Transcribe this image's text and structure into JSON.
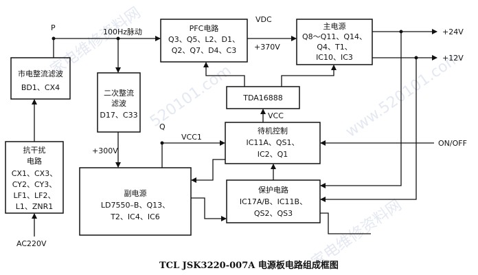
{
  "diagram": {
    "caption": "TCL JSK3220-007A 电源板电路组成框图",
    "blocks": {
      "mains_rect": [
        "市电整流滤波",
        "BD1、CX4"
      ],
      "emi": [
        "抗干扰",
        "电路",
        "CX1、CX3、",
        "CY2、CY3、",
        "LF1、LF2、",
        "L1、ZNR1"
      ],
      "secondary_rect": [
        "二次整流",
        "滤波",
        "D17、C33"
      ],
      "pfc": [
        "PFC电路",
        "Q3、Q5、L2、D1、",
        "Q2、Q7、D4、C3"
      ],
      "main_psu": [
        "主电源",
        "Q8～Q11、Q14、",
        "Q4、T1、",
        "IC10、IC3"
      ],
      "tda": [
        "TDA16888"
      ],
      "standby": [
        "待机控制",
        "IC11A、QS1、",
        "IC2、Q1"
      ],
      "aux_psu": [
        "副电源",
        "LD7550–B、Q13、",
        "T2、IC4、IC6"
      ],
      "protect": [
        "保护电路",
        "IC17A/B、IC11B、",
        "QS2、QS3"
      ]
    },
    "labels": {
      "p_node": "P",
      "q_node": "Q",
      "pulse": "100Hz脉动",
      "vdc": "VDC",
      "v370": "+370V",
      "v24": "+24V",
      "v12": "+12V",
      "vcc": "VCC",
      "vcc1": "VCC1",
      "v300": "+300V",
      "onoff": "ON/OFF",
      "ac": "AC220V"
    },
    "watermarks": [
      "家电维修资料网",
      "520101.com",
      "www.520101.com",
      "家电维修资料网"
    ]
  }
}
